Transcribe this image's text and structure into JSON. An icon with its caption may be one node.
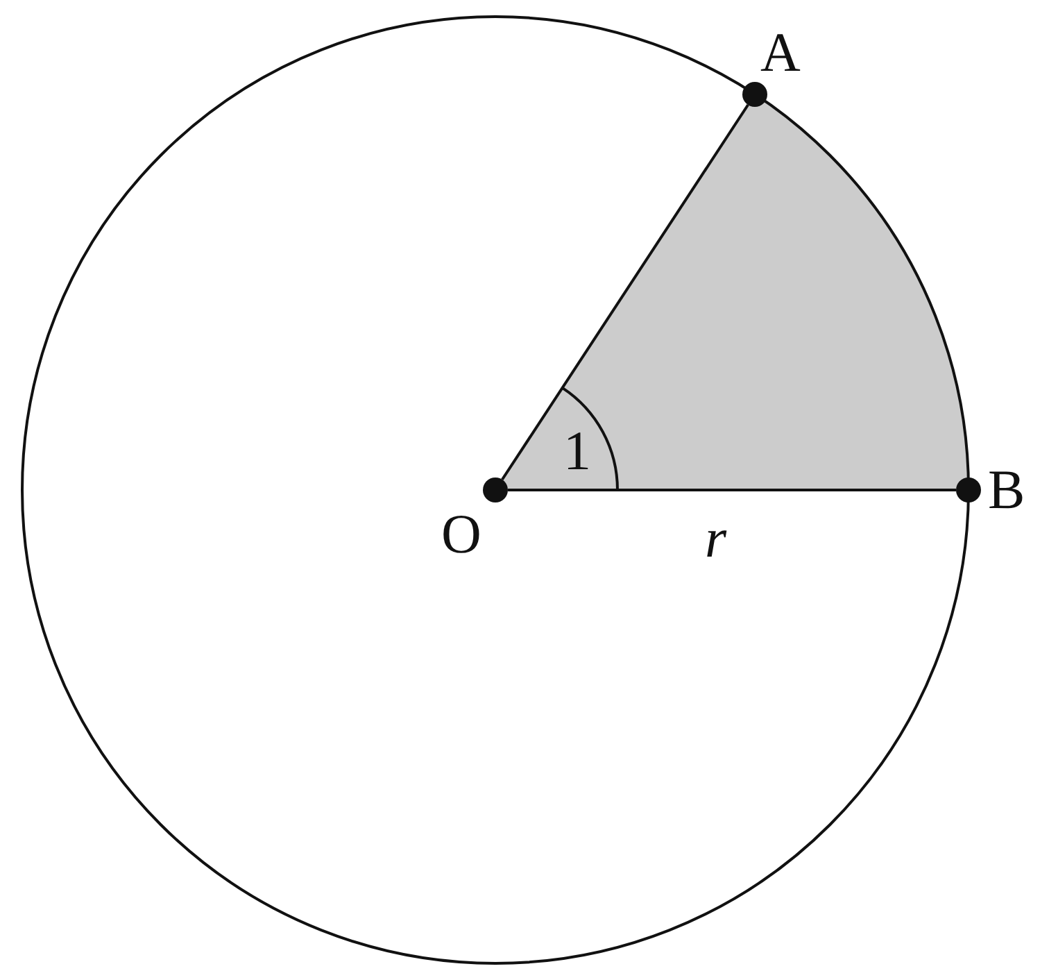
{
  "diagram": {
    "nodes": [
      {
        "text": [
          "O"
        ]
      },
      {
        "text": [
          "A"
        ]
      },
      {
        "text": [
          "B"
        ]
      }
    ],
    "edges": [
      {
        "from": 0,
        "to": 1,
        "arrow": "none"
      },
      {
        "from": 0,
        "to": 2,
        "arrow": "none",
        "label": "r"
      }
    ],
    "labels": [
      "1"
    ]
  }
}
